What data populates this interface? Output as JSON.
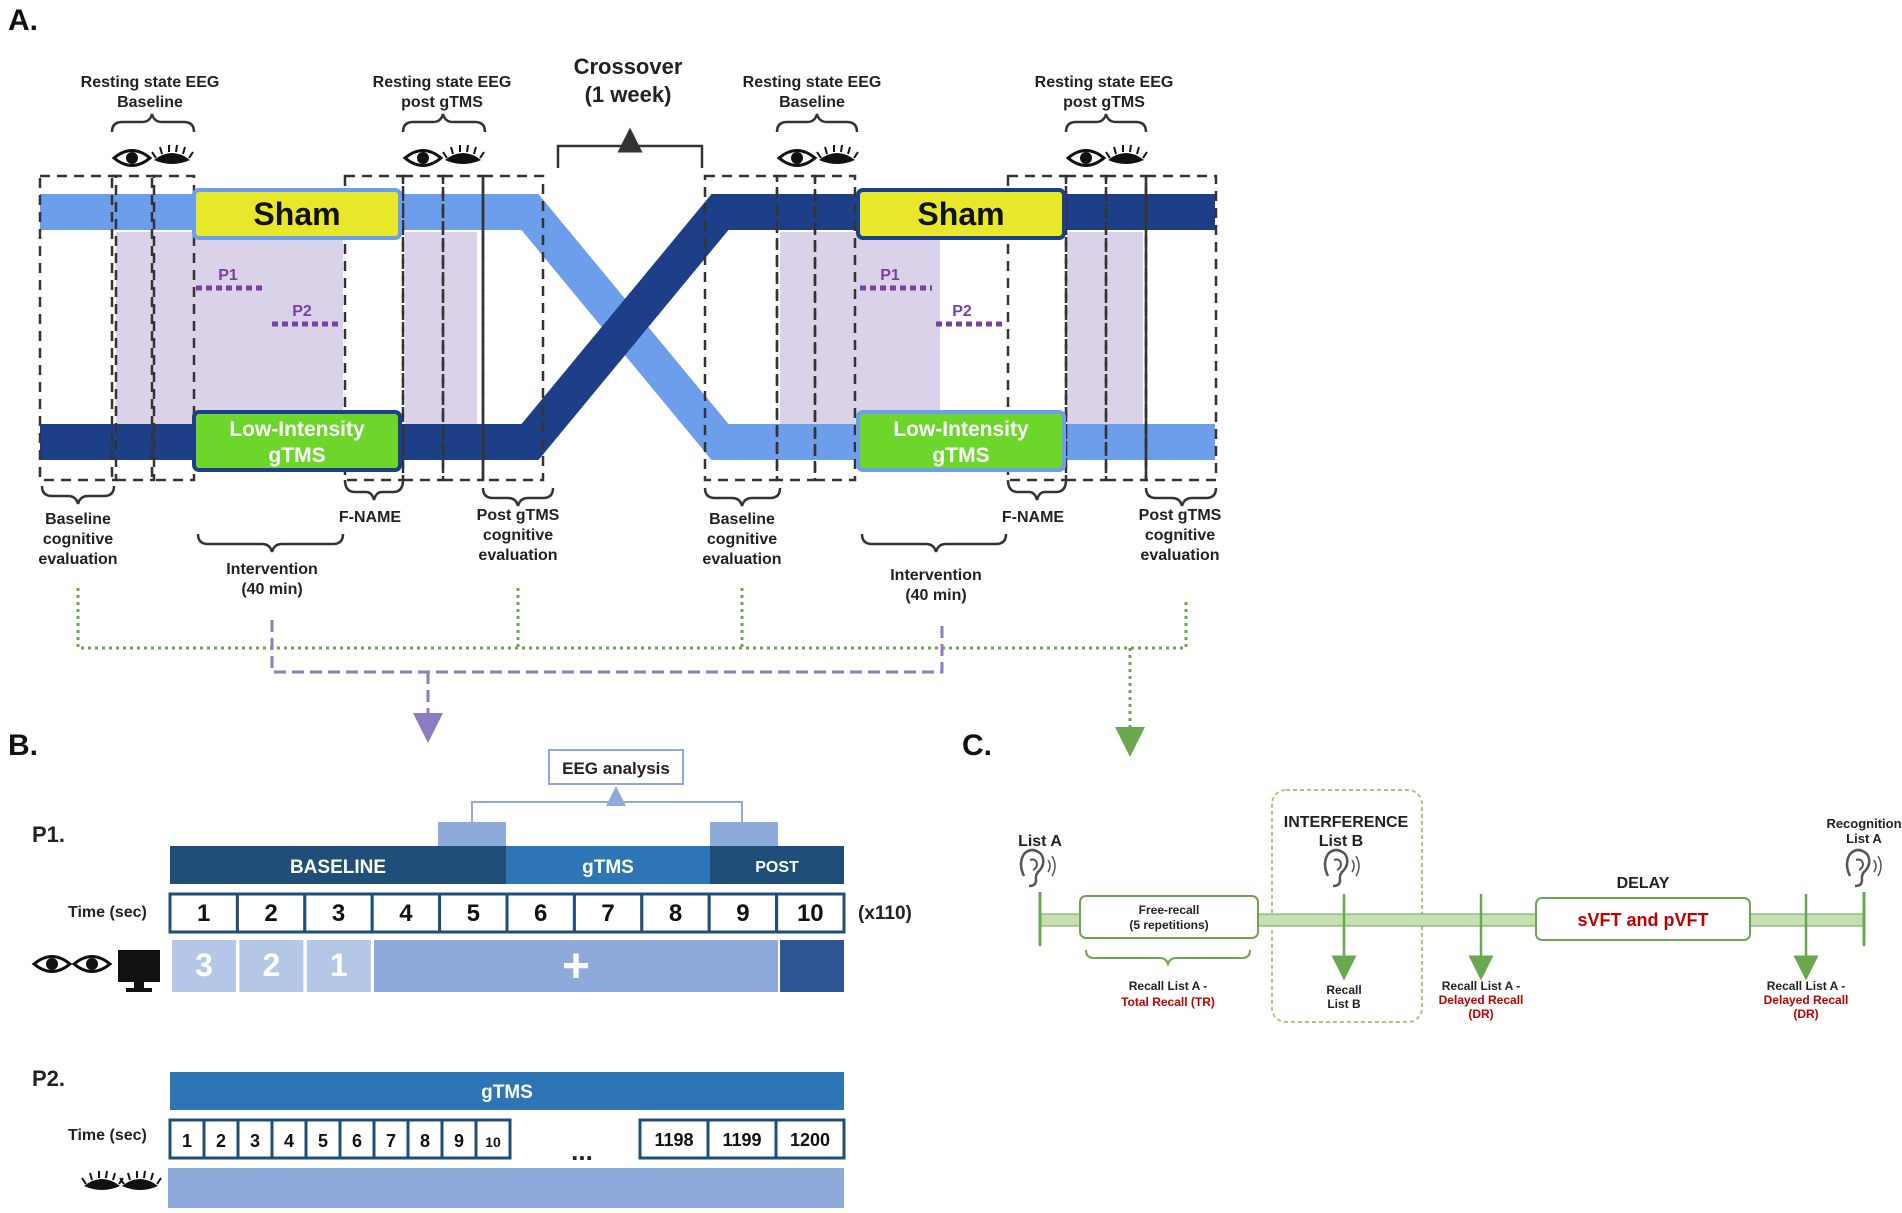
{
  "colors": {
    "light_arm": "#6d9eeb",
    "dark_arm": "#1c3f87",
    "sham_fill": "#e8e82a",
    "gtms_fill": "#6dd62a",
    "shade": "#d9d2e9",
    "p_marker": "#7b3fa0",
    "green_connector": "#6aa84f",
    "purple_connector": "#8e7cc3",
    "red_text": "#c00000"
  },
  "panelA": {
    "label": "A.",
    "crossover_line1": "Crossover",
    "crossover_line2": "(1 week)",
    "rest_baseline_1": "Resting state EEG",
    "rest_baseline_2": "Baseline",
    "rest_post_1": "Resting state EEG",
    "rest_post_2": "post gTMS",
    "sham_label": "Sham",
    "gtms_label_1": "Low-Intensity",
    "gtms_label_2": "gTMS",
    "p1": "P1",
    "p2": "P2",
    "baseline_eval_1": "Baseline",
    "baseline_eval_2": "cognitive",
    "baseline_eval_3": "evaluation",
    "fname": "F-NAME",
    "post_eval_1": "Post gTMS",
    "post_eval_2": "cognitive",
    "post_eval_3": "evaluation",
    "intervention_1": "Intervention",
    "intervention_2": "(40 min)"
  },
  "panelB": {
    "label": "B.",
    "eeg_analysis": "EEG analysis",
    "p1_label": "P1.",
    "p2_label": "P2.",
    "baseline": "BASELINE",
    "gtms": "gTMS",
    "post": "POST",
    "time_label": "Time (sec)",
    "repeat": "(x110)",
    "p1_cells": [
      "1",
      "2",
      "3",
      "4",
      "5",
      "6",
      "7",
      "8",
      "9",
      "10"
    ],
    "countdown": [
      "3",
      "2",
      "1"
    ],
    "fixation": "+",
    "p2_cells": [
      "1",
      "2",
      "3",
      "4",
      "5",
      "6",
      "7",
      "8",
      "9",
      "10"
    ],
    "ellipsis": "...",
    "p2_end_cells": [
      "1198",
      "1199",
      "1200"
    ]
  },
  "panelC": {
    "label": "C.",
    "list_a": "List A",
    "interference_1": "INTERFERENCE",
    "interference_2": "List B",
    "recognition_1": "Recognition",
    "recognition_2": "List A",
    "delay": "DELAY",
    "free_recall_1": "Free-recall",
    "free_recall_2": "(5 repetitions)",
    "svft": "sVFT and pVFT",
    "tr_1": "Recall List A -",
    "tr_2": "Total Recall (TR)",
    "recall_b_1": "Recall",
    "recall_b_2": "List B",
    "dr1_1": "Recall List A -",
    "dr1_2": "Delayed Recall",
    "dr1_3": "(DR)",
    "dr2_1": "Recall List A -",
    "dr2_2": "Delayed Recall",
    "dr2_3": "(DR)"
  }
}
